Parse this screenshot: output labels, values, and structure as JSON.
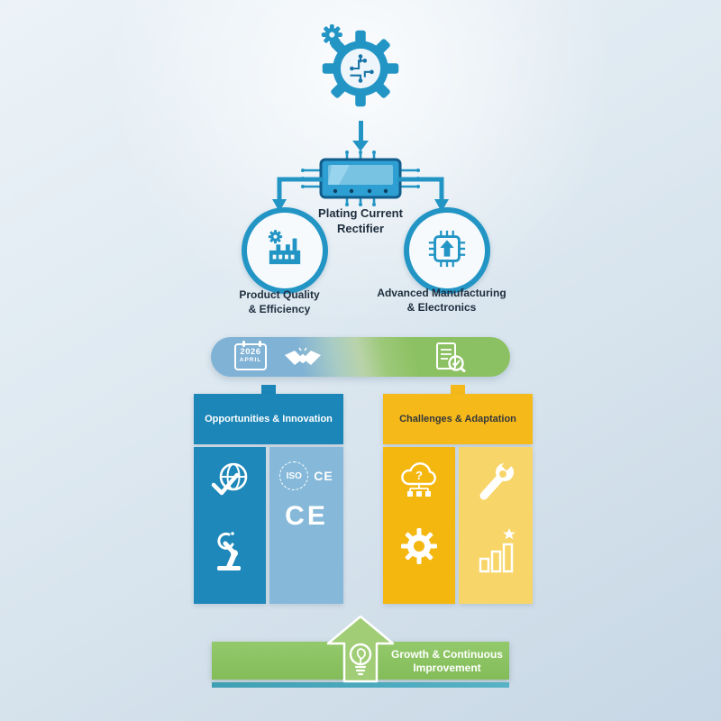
{
  "colors": {
    "accent_blue": "#2395c5",
    "deep_blue": "#115d8c",
    "panel_blue": "#1b86b7",
    "panel_blue_light": "#86b9d9",
    "panel_yellow": "#f5b91a",
    "panel_yellow_dark": "#f4b70f",
    "panel_yellow_light": "#f8d569",
    "banner_green": "#8cc263",
    "arrow_green": "#a0cd76",
    "teal_strip": "#4aa8ba",
    "text_dark": "#1e2d3d"
  },
  "flow": {
    "title_line1": "Plating Current",
    "title_line2": "Rectifier",
    "left_node": {
      "line1": "Product Quality",
      "line2": "& Efficiency"
    },
    "right_node": {
      "line1": "Advanced Manufacturing",
      "line2": "& Electronics"
    }
  },
  "timeline_band": {
    "calendar_year": "2026",
    "calendar_month": "APRIL"
  },
  "opportunities_panel": {
    "title": "Opportunities & Innovation",
    "iso_text": "ISO",
    "ce_small_text": "CE",
    "ce_large_text": "CE"
  },
  "challenges_panel": {
    "title": "Challenges & Adaptation",
    "question_glyph": "?"
  },
  "growth_banner": {
    "line1": "Growth & Continuous",
    "line2": "Improvement"
  }
}
